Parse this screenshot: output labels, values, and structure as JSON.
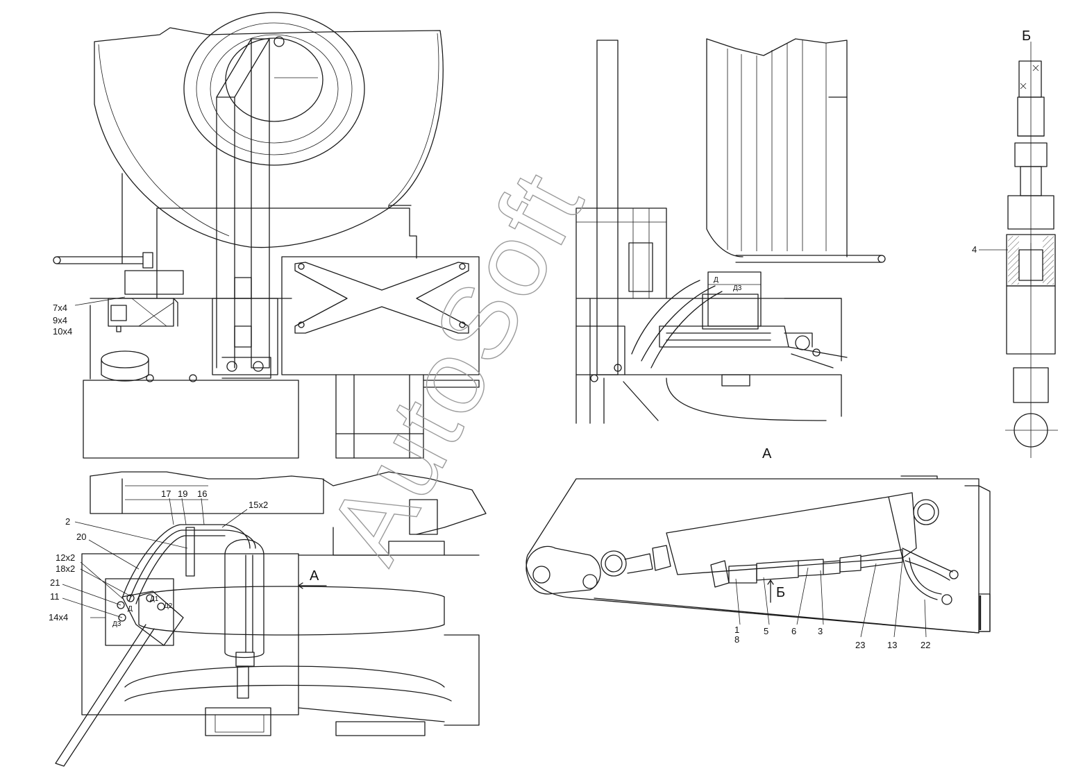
{
  "watermark": "AutoSoft",
  "views": {
    "a": "А",
    "b": "Б",
    "arrow_a": "А",
    "arrow_b": "Б"
  },
  "labels": {
    "top_left": [
      "7x4",
      "9x4",
      "10x4"
    ],
    "bottom_left": [
      "17",
      "19",
      "16",
      "15x2",
      "2",
      "20",
      "12x2",
      "18x2",
      "21",
      "11",
      "14x4"
    ],
    "ports": [
      "Д",
      "Д1",
      "Д2",
      "Д3"
    ],
    "top_mid_ports": [
      "Д",
      "Д3"
    ],
    "view_a": [
      "1",
      "8",
      "5",
      "6",
      "3",
      "23",
      "13",
      "22"
    ],
    "view_b": [
      "4"
    ]
  }
}
